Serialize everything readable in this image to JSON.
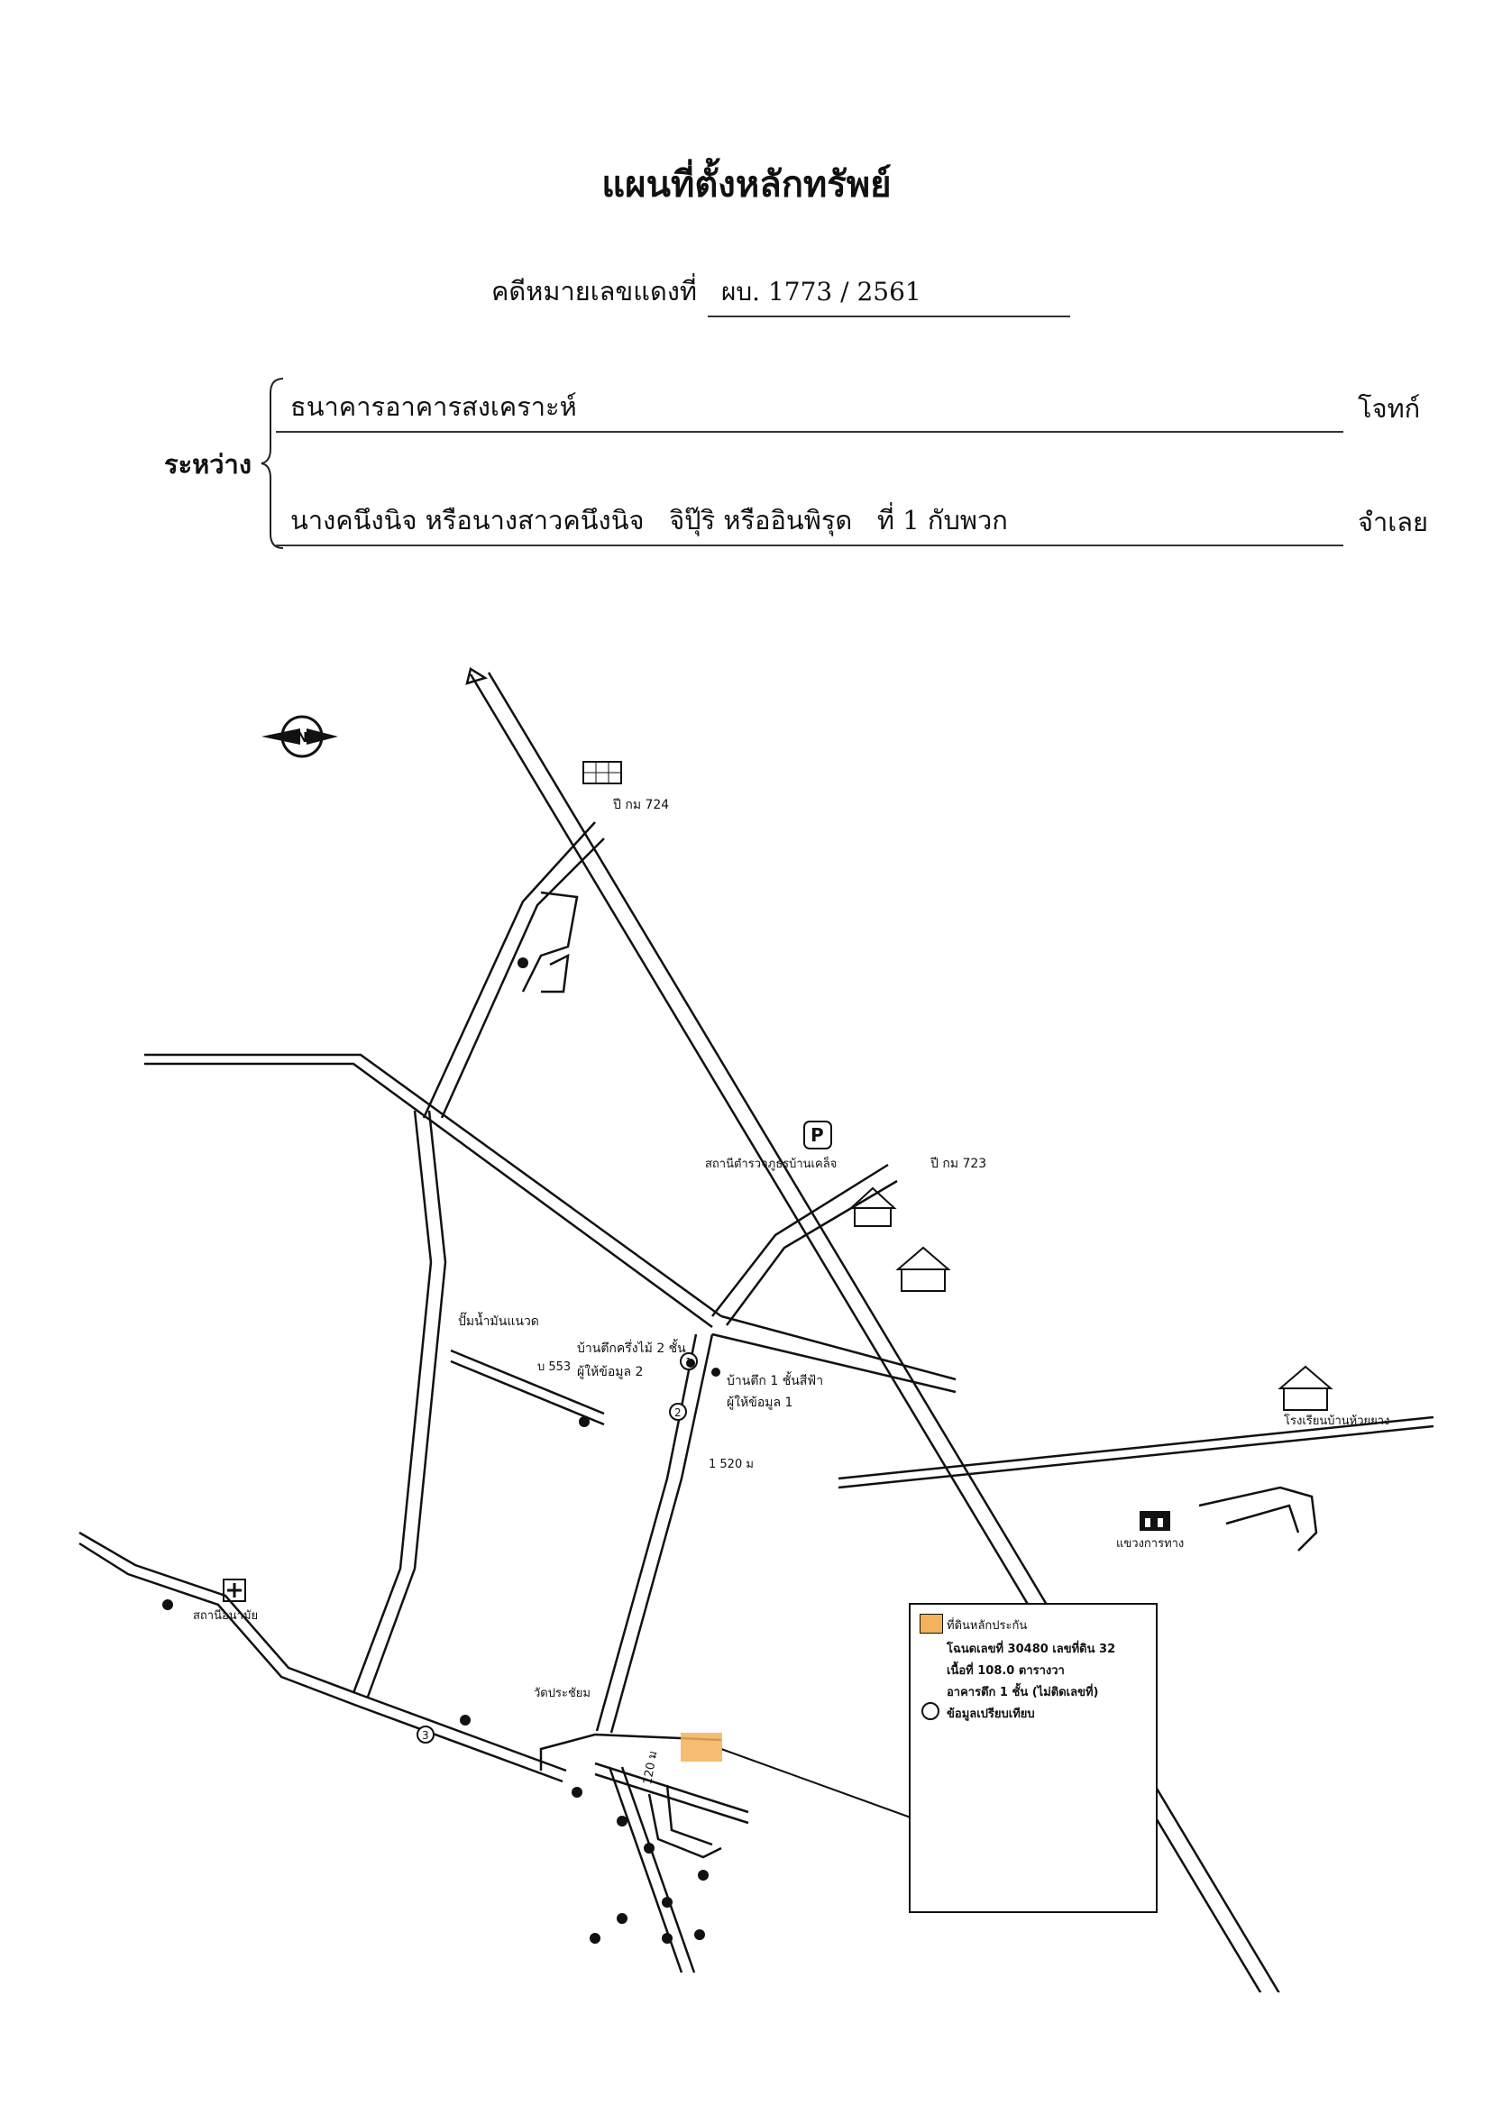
{
  "document": {
    "title": "แผนที่ตั้งหลักทรัพย์",
    "case_label": "คดีหมายเลขแดงที่",
    "case_number": "ผบ. 1773 / 2561",
    "between_label": "ระหว่าง",
    "plaintiff": {
      "name": "ธนาคารอาคารสงเคราะห์",
      "role": "โจทก์"
    },
    "defendant": {
      "name": "นางคนึงนิจ หรือนางสาวคนึงนิจ   จิปุ๊ริ หรืออินพิรุด   ที่ 1 กับพวก",
      "role": "จำเลย"
    }
  },
  "map": {
    "compass_letter": "N",
    "labels": {
      "km724": "ปี กม 724",
      "km723": "ปี กม 723",
      "police": "สถานีตำรวจภูธรบ้านเคล็จ",
      "gas_station": "ปั๊มน้ำมันแนวด",
      "house_2floor": "บ้านตึกครึ่งไม้ 2 ชั้น",
      "comp2": "ผู้ให้ข้อมูล 2",
      "house_1floor": "บ้านตึก 1 ชั้นสีฟ้า",
      "comp1": "ผู้ให้ข้อมูล 1",
      "b553": "บ 553",
      "dist520": "1 520 ม",
      "school": "โรงเรียนบ้านห้วยยาง",
      "office": "แขวงการทาง",
      "temple": "วัดประชัยม",
      "dist120": "120 ม",
      "hospital": "สถานีอนามัย",
      "circle1": "1",
      "circle2": "2",
      "circle3": "3"
    },
    "legend": {
      "item1": "ที่ดินหลักประกัน",
      "item2": "โฉนดเลขที่ 30480 เลขที่ดิน 32",
      "item3": "เนื้อที่ 108.0 ตารางวา",
      "item4": "อาคารตึก 1 ชั้น (ไม่ติดเลขที่)",
      "item5": "ข้อมูลเปรียบเทียบ"
    },
    "colors": {
      "collateral": "#f4b25a"
    }
  }
}
